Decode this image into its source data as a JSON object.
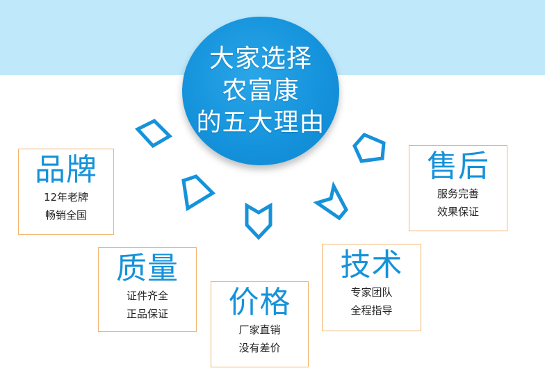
{
  "hero": {
    "line1": "大家选择",
    "line2": "农富康",
    "line3": "的五大理由"
  },
  "cards": {
    "brand": {
      "title": "品牌",
      "line1": "12年老牌",
      "line2": "畅销全国"
    },
    "after": {
      "title": "售后",
      "line1": "服务完善",
      "line2": "效果保证"
    },
    "quality": {
      "title": "质量",
      "line1": "证件齐全",
      "line2": "正品保证"
    },
    "tech": {
      "title": "技术",
      "line1": "专家团队",
      "line2": "全程指导"
    },
    "price": {
      "title": "价格",
      "line1": "厂家直销",
      "line2": "没有差价"
    }
  },
  "icons": [
    "arrow-pointer-icon"
  ],
  "colors": {
    "band": "#bfe9fb",
    "circle": "#1593dc",
    "title_text": "#1592da",
    "card_border": "#f3b46a",
    "arrow_stroke": "#1592da"
  }
}
